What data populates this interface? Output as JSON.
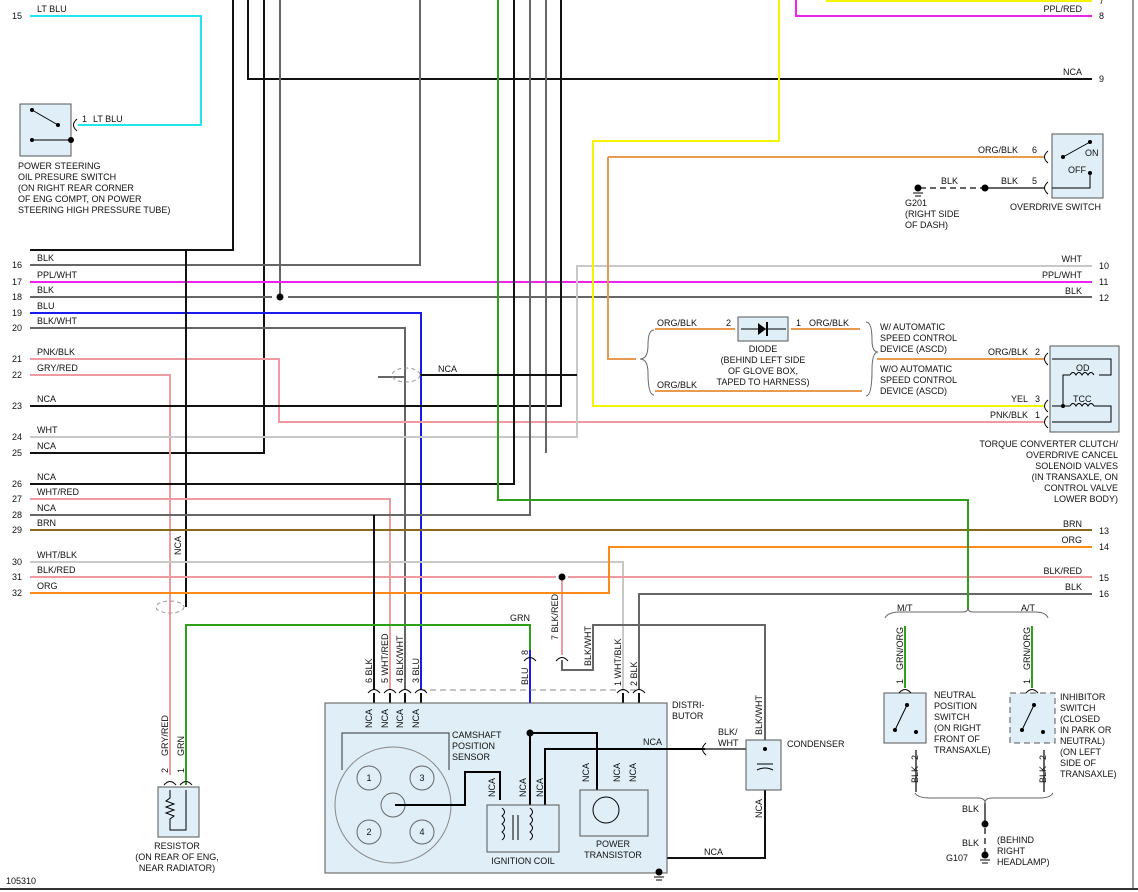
{
  "figure_id": "105310",
  "left_pins": [
    {
      "pin": "15",
      "wire": "LT BLU"
    },
    {
      "pin": "16",
      "wire": "BLK"
    },
    {
      "pin": "17",
      "wire": "PPL/WHT"
    },
    {
      "pin": "18",
      "wire": "BLK"
    },
    {
      "pin": "19",
      "wire": "BLU"
    },
    {
      "pin": "20",
      "wire": "BLK/WHT"
    },
    {
      "pin": "21",
      "wire": "PNK/BLK"
    },
    {
      "pin": "22",
      "wire": "GRY/RED"
    },
    {
      "pin": "23",
      "wire": "NCA"
    },
    {
      "pin": "24",
      "wire": "WHT"
    },
    {
      "pin": "25",
      "wire": "NCA"
    },
    {
      "pin": "26",
      "wire": "NCA"
    },
    {
      "pin": "27",
      "wire": "WHT/RED"
    },
    {
      "pin": "28",
      "wire": "NCA"
    },
    {
      "pin": "29",
      "wire": "BRN"
    },
    {
      "pin": "30",
      "wire": "WHT/BLK"
    },
    {
      "pin": "31",
      "wire": "BLK/RED"
    },
    {
      "pin": "32",
      "wire": "ORG"
    }
  ],
  "right_pins": [
    {
      "pin": "7",
      "wire": ""
    },
    {
      "pin": "8",
      "wire": "PPL/RED"
    },
    {
      "pin": "9",
      "wire": "NCA"
    },
    {
      "pin": "10",
      "wire": "WHT"
    },
    {
      "pin": "11",
      "wire": "PPL/WHT"
    },
    {
      "pin": "12",
      "wire": "BLK"
    },
    {
      "pin": "13",
      "wire": "BRN"
    },
    {
      "pin": "14",
      "wire": "ORG"
    },
    {
      "pin": "15",
      "wire": "BLK/RED"
    },
    {
      "pin": "16",
      "wire": "BLK"
    }
  ],
  "ps_switch": {
    "pin": "1",
    "wire": "LT BLU",
    "label": [
      "POWER STEERING",
      "OIL PRESURE SWITCH",
      "(ON RIGHT REAR CORNER",
      "OF ENG COMPT, ON POWER",
      "STEERING HIGH PRESSURE TUBE)"
    ]
  },
  "overdrive_switch": {
    "label": "OVERDRIVE SWITCH",
    "on": "ON",
    "off": "OFF",
    "pin6": "6",
    "wire6": "ORG/BLK",
    "pin5": "5",
    "wire5": "BLK",
    "ground_wire": "BLK",
    "ground_id": "G201",
    "ground_loc": [
      "(RIGHT SIDE",
      "OF DASH)"
    ]
  },
  "diode": {
    "label": [
      "DIODE",
      "(BEHIND LEFT SIDE",
      "OF GLOVE BOX,",
      "TAPED TO HARNESS)"
    ],
    "pin_left": "2",
    "pin_right": "1",
    "wire_left": "ORG/BLK",
    "wire_right": "ORG/BLK",
    "wire_bottom": "ORG/BLK",
    "option_with": [
      "W/ AUTOMATIC",
      "SPEED CONTROL",
      "DEVICE (ASCD)"
    ],
    "option_without": [
      "W/O AUTOMATIC",
      "SPEED CONTROL",
      "DEVICE (ASCD)"
    ]
  },
  "solenoid": {
    "pin2": "2",
    "wire2": "ORG/BLK",
    "pin3": "3",
    "wire3": "YEL",
    "pin1": "1",
    "wire1": "PNK/BLK",
    "od": "OD",
    "tcc": "TCC",
    "label": [
      "TORQUE CONVERTER CLUTCH/",
      "OVERDRIVE CANCEL",
      "SOLENOID VALVES",
      "(IN TRANSAXLE, ON",
      "CONTROL VALVE",
      "LOWER BODY)"
    ]
  },
  "nca_label": "NCA",
  "distributor": {
    "label": [
      "DISTRI-",
      "BUTOR"
    ],
    "cam_label": [
      "CAMSHAFT",
      "POSITION",
      "SENSOR"
    ],
    "coil_label": "IGNITION COIL",
    "transistor_label": [
      "POWER",
      "TRANSISTOR"
    ],
    "cylinders": [
      "1",
      "3",
      "2",
      "4"
    ],
    "pins": [
      {
        "pin": "6",
        "wire": "BLK"
      },
      {
        "pin": "5",
        "wire": "WHT/RED"
      },
      {
        "pin": "4",
        "wire": "BLK/WHT"
      },
      {
        "pin": "3",
        "wire": "BLU"
      },
      {
        "pin": "8",
        "wire": "BLU"
      },
      {
        "pin": "7",
        "wire": "BLK/RED"
      },
      {
        "pin": "1",
        "wire": "WHT/BLK"
      },
      {
        "pin": "2",
        "wire": "BLK"
      }
    ],
    "grn_wire": "GRN",
    "blkwht_wire": "BLK/WHT",
    "out_wire": [
      "BLK/",
      "WHT"
    ]
  },
  "condenser": {
    "label": "CONDENSER",
    "wire_top": "BLK/WHT",
    "wire_bottom": "NCA"
  },
  "resistor": {
    "pin2": "2",
    "wire2": "GRY/RED",
    "pin1": "1",
    "wire1": "GRN",
    "label": [
      "RESISTOR",
      "(ON REAR OF ENG,",
      "NEAR RADIATOR)"
    ]
  },
  "transaxle": {
    "mt": "M/T",
    "at": "A/T",
    "neutral_switch": {
      "pin1": "1",
      "wire1": "GRN/ORG",
      "pin2": "2",
      "wire2": "BLK",
      "label": [
        "NEUTRAL",
        "POSITION",
        "SWITCH",
        "(ON RIGHT",
        "FRONT OF",
        "TRANSAXLE)"
      ]
    },
    "inhibitor_switch": {
      "pin1": "1",
      "wire1": "GRN/ORG",
      "pin2": "2",
      "wire2": "BLK",
      "label": [
        "INHIBITOR",
        "SWITCH",
        "(CLOSED",
        "IN PARK OR",
        "NEUTRAL)",
        "(ON LEFT",
        "SIDE OF",
        "TRANSAXLE)"
      ]
    },
    "ground_wire_top": "BLK",
    "ground_wire_bottom": "BLK",
    "ground_id": "G107",
    "ground_loc": [
      "(BEHIND",
      "RIGHT",
      "HEADLAMP)"
    ]
  },
  "colors": {
    "ltblu": "#22e5ee",
    "blk": "#111111",
    "gray": "#666666",
    "ppl": "#ee22ee",
    "blu": "#1a1aee",
    "pnk": "#ee9aa0",
    "wht": "#c8c8c8",
    "brn": "#8a6a1a",
    "org": "#ff8a1a",
    "orgblk": "#e89a50",
    "yel": "#f4f400",
    "grn": "#2ea01a",
    "comp_fill": "#dfeef7"
  }
}
